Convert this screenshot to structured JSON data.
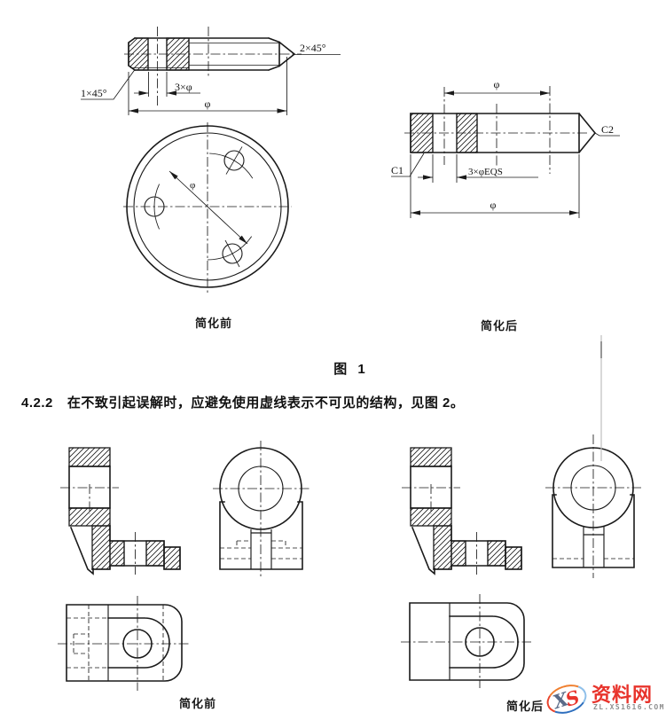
{
  "figure1": {
    "shaft_before": {
      "chamfer_right": "2×45°",
      "chamfer_left": "1×45°",
      "holes_dim": "3×φ",
      "length_dim": "φ",
      "bolt_circle_dim": "φ"
    },
    "shaft_after": {
      "dia_dim": "φ",
      "chamfer_c2": "C2",
      "chamfer_c1": "C1",
      "holes_dim": "3×φEQS",
      "length_dim": "φ"
    },
    "label_before": "简化前",
    "label_after": "简化后",
    "caption": "图 1"
  },
  "clause": {
    "number": "4.2.2",
    "text": "在不致引起误解时，应避免使用虚线表示不可见的结构，见图 2。"
  },
  "figure2": {
    "label_before": "简化前",
    "label_after": "简化后"
  },
  "watermark": {
    "letter_x": "X",
    "letter_s": "S",
    "site_name": "资料网",
    "site_url": "ZL.XS1616.COM",
    "accent_red": "#e8342c",
    "accent_orange": "#f08030",
    "accent_blue": "#2e6fbe",
    "text_gray": "#8e8e8e"
  },
  "page": {
    "background": "#ffffff",
    "line_color": "#1a1a1a"
  }
}
